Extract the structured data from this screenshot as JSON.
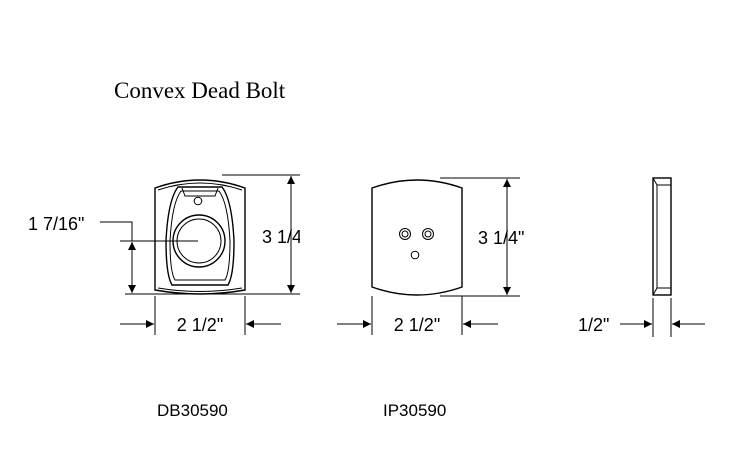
{
  "title": "Convex Dead Bolt",
  "db": {
    "model": "DB30590",
    "height": "3 1/4\"",
    "width": "2 1/2\"",
    "center_offset": "1 7/16\""
  },
  "ip": {
    "model": "IP30590",
    "height": "3 1/4\"",
    "width": "2 1/2\""
  },
  "side": {
    "depth": "1/2\""
  }
}
